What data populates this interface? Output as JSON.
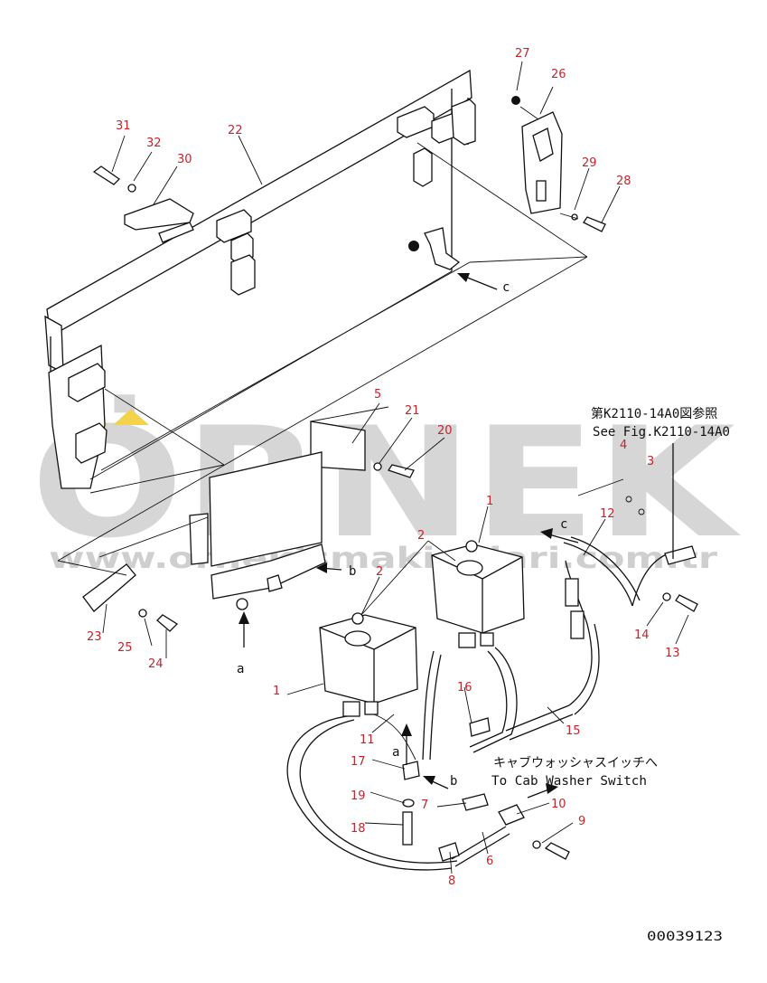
{
  "watermark": {
    "brand": "ÖRNEK",
    "url": "www.ornekismakinalari.com.tr",
    "brand_color": "#d6d6d6",
    "accent_color": "#f4d24a"
  },
  "references": {
    "fig_ref_jp": "第K2110-14A0図参照",
    "fig_ref_en": "See Fig.K2110-14A0",
    "switch_jp": "キャブウォッシャスイッチへ",
    "switch_en": "To Cab Washer Switch",
    "view_a": "a",
    "view_b": "b",
    "view_c": "c",
    "drawing_no": "00039123"
  },
  "callouts": {
    "p1a": "1",
    "p1b": "1",
    "p2a": "2",
    "p2b": "2",
    "p3": "3",
    "p4": "4",
    "p5": "5",
    "p6": "6",
    "p7": "7",
    "p8": "8",
    "p9": "9",
    "p10": "10",
    "p11": "11",
    "p12": "12",
    "p13": "13",
    "p14": "14",
    "p15": "15",
    "p16": "16",
    "p17": "17",
    "p18": "18",
    "p19": "19",
    "p20": "20",
    "p21": "21",
    "p22": "22",
    "p23": "23",
    "p24": "24",
    "p25": "25",
    "p26": "26",
    "p27": "27",
    "p28": "28",
    "p29": "29",
    "p30": "30",
    "p31": "31",
    "p32": "32"
  }
}
